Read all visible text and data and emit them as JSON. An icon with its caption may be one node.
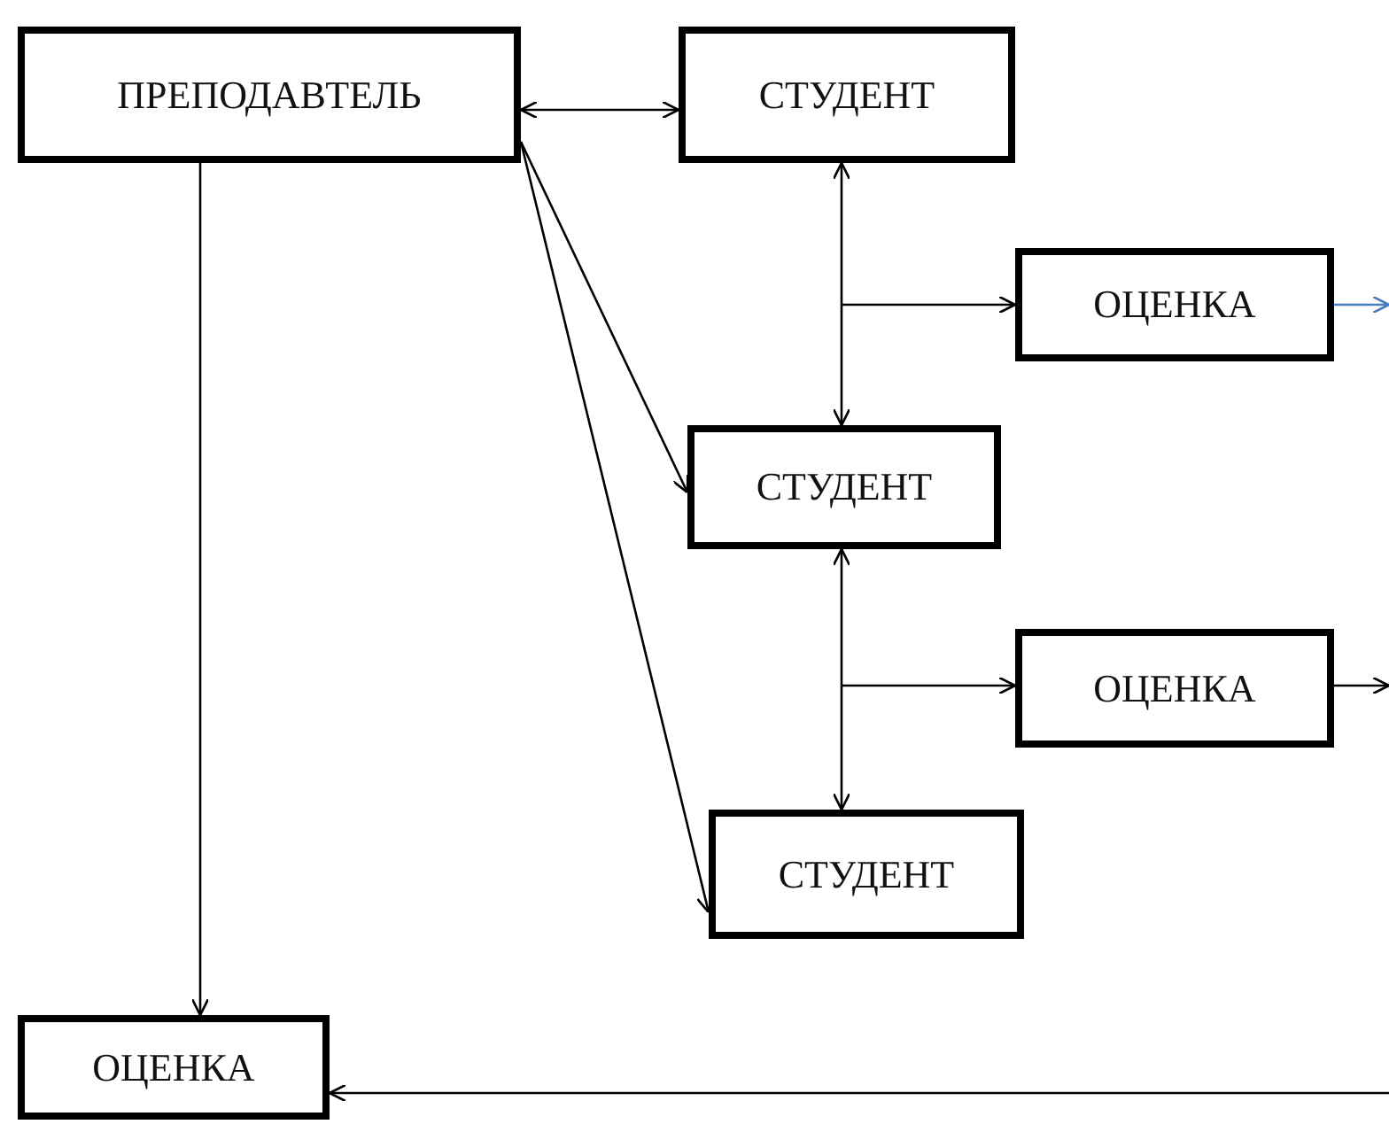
{
  "diagram": {
    "nodes": [
      {
        "text": [
          "ПРЕПОДАВТЕЛЬ"
        ]
      },
      {
        "text": [
          "СТУДЕНТ"
        ]
      },
      {
        "text": [
          "ОЦЕНКА"
        ]
      },
      {
        "text": [
          "СТУДЕНТ"
        ]
      },
      {
        "text": [
          "ОЦЕНКА"
        ]
      },
      {
        "text": [
          "СТУДЕНТ"
        ]
      },
      {
        "text": [
          "ОЦЕНКА"
        ]
      }
    ],
    "edges": [
      {
        "from": 0,
        "to": 1,
        "arrow": "both"
      },
      {
        "from": 0,
        "to": 3,
        "arrow": "to"
      },
      {
        "from": 0,
        "to": 5,
        "arrow": "to"
      },
      {
        "from": 0,
        "to": 6,
        "arrow": "to"
      },
      {
        "from": 1,
        "to": 3,
        "arrow": "both"
      },
      {
        "from": null,
        "to": 2,
        "arrow": "to"
      },
      {
        "from": 3,
        "to": 5,
        "arrow": "both"
      },
      {
        "from": null,
        "to": 4,
        "arrow": "to"
      },
      {
        "from": 2,
        "to": null,
        "arrow": "to",
        "color": "#4a7ebb"
      },
      {
        "from": 4,
        "to": null,
        "arrow": "to"
      },
      {
        "from": null,
        "to": 6,
        "arrow": "to"
      }
    ]
  }
}
